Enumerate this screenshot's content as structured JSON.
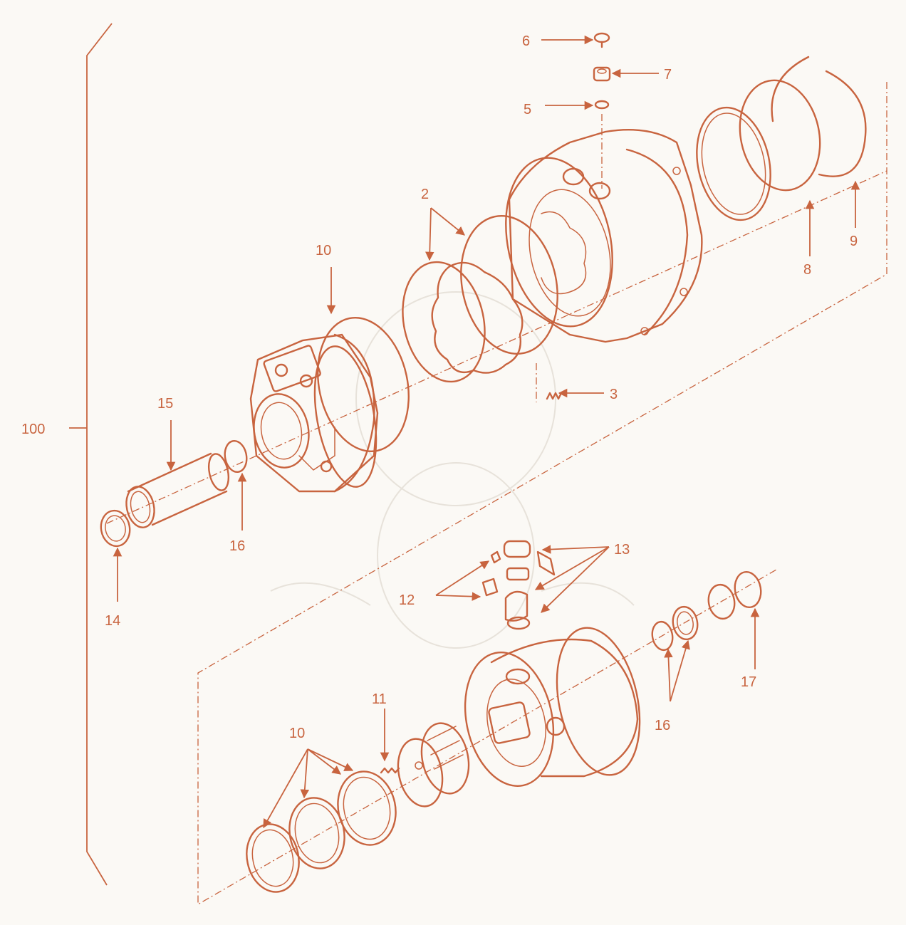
{
  "diagram": {
    "accent_color": "#c8643f",
    "background_color": "#fbf9f5",
    "callouts": {
      "c100": "100",
      "c2": "2",
      "c3": "3",
      "c5": "5",
      "c6": "6",
      "c7": "7",
      "c8": "8",
      "c9": "9",
      "c10a": "10",
      "c10b": "10",
      "c11": "11",
      "c12": "12",
      "c13": "13",
      "c14": "14",
      "c15": "15",
      "c16a": "16",
      "c16b": "16",
      "c17": "17"
    }
  }
}
